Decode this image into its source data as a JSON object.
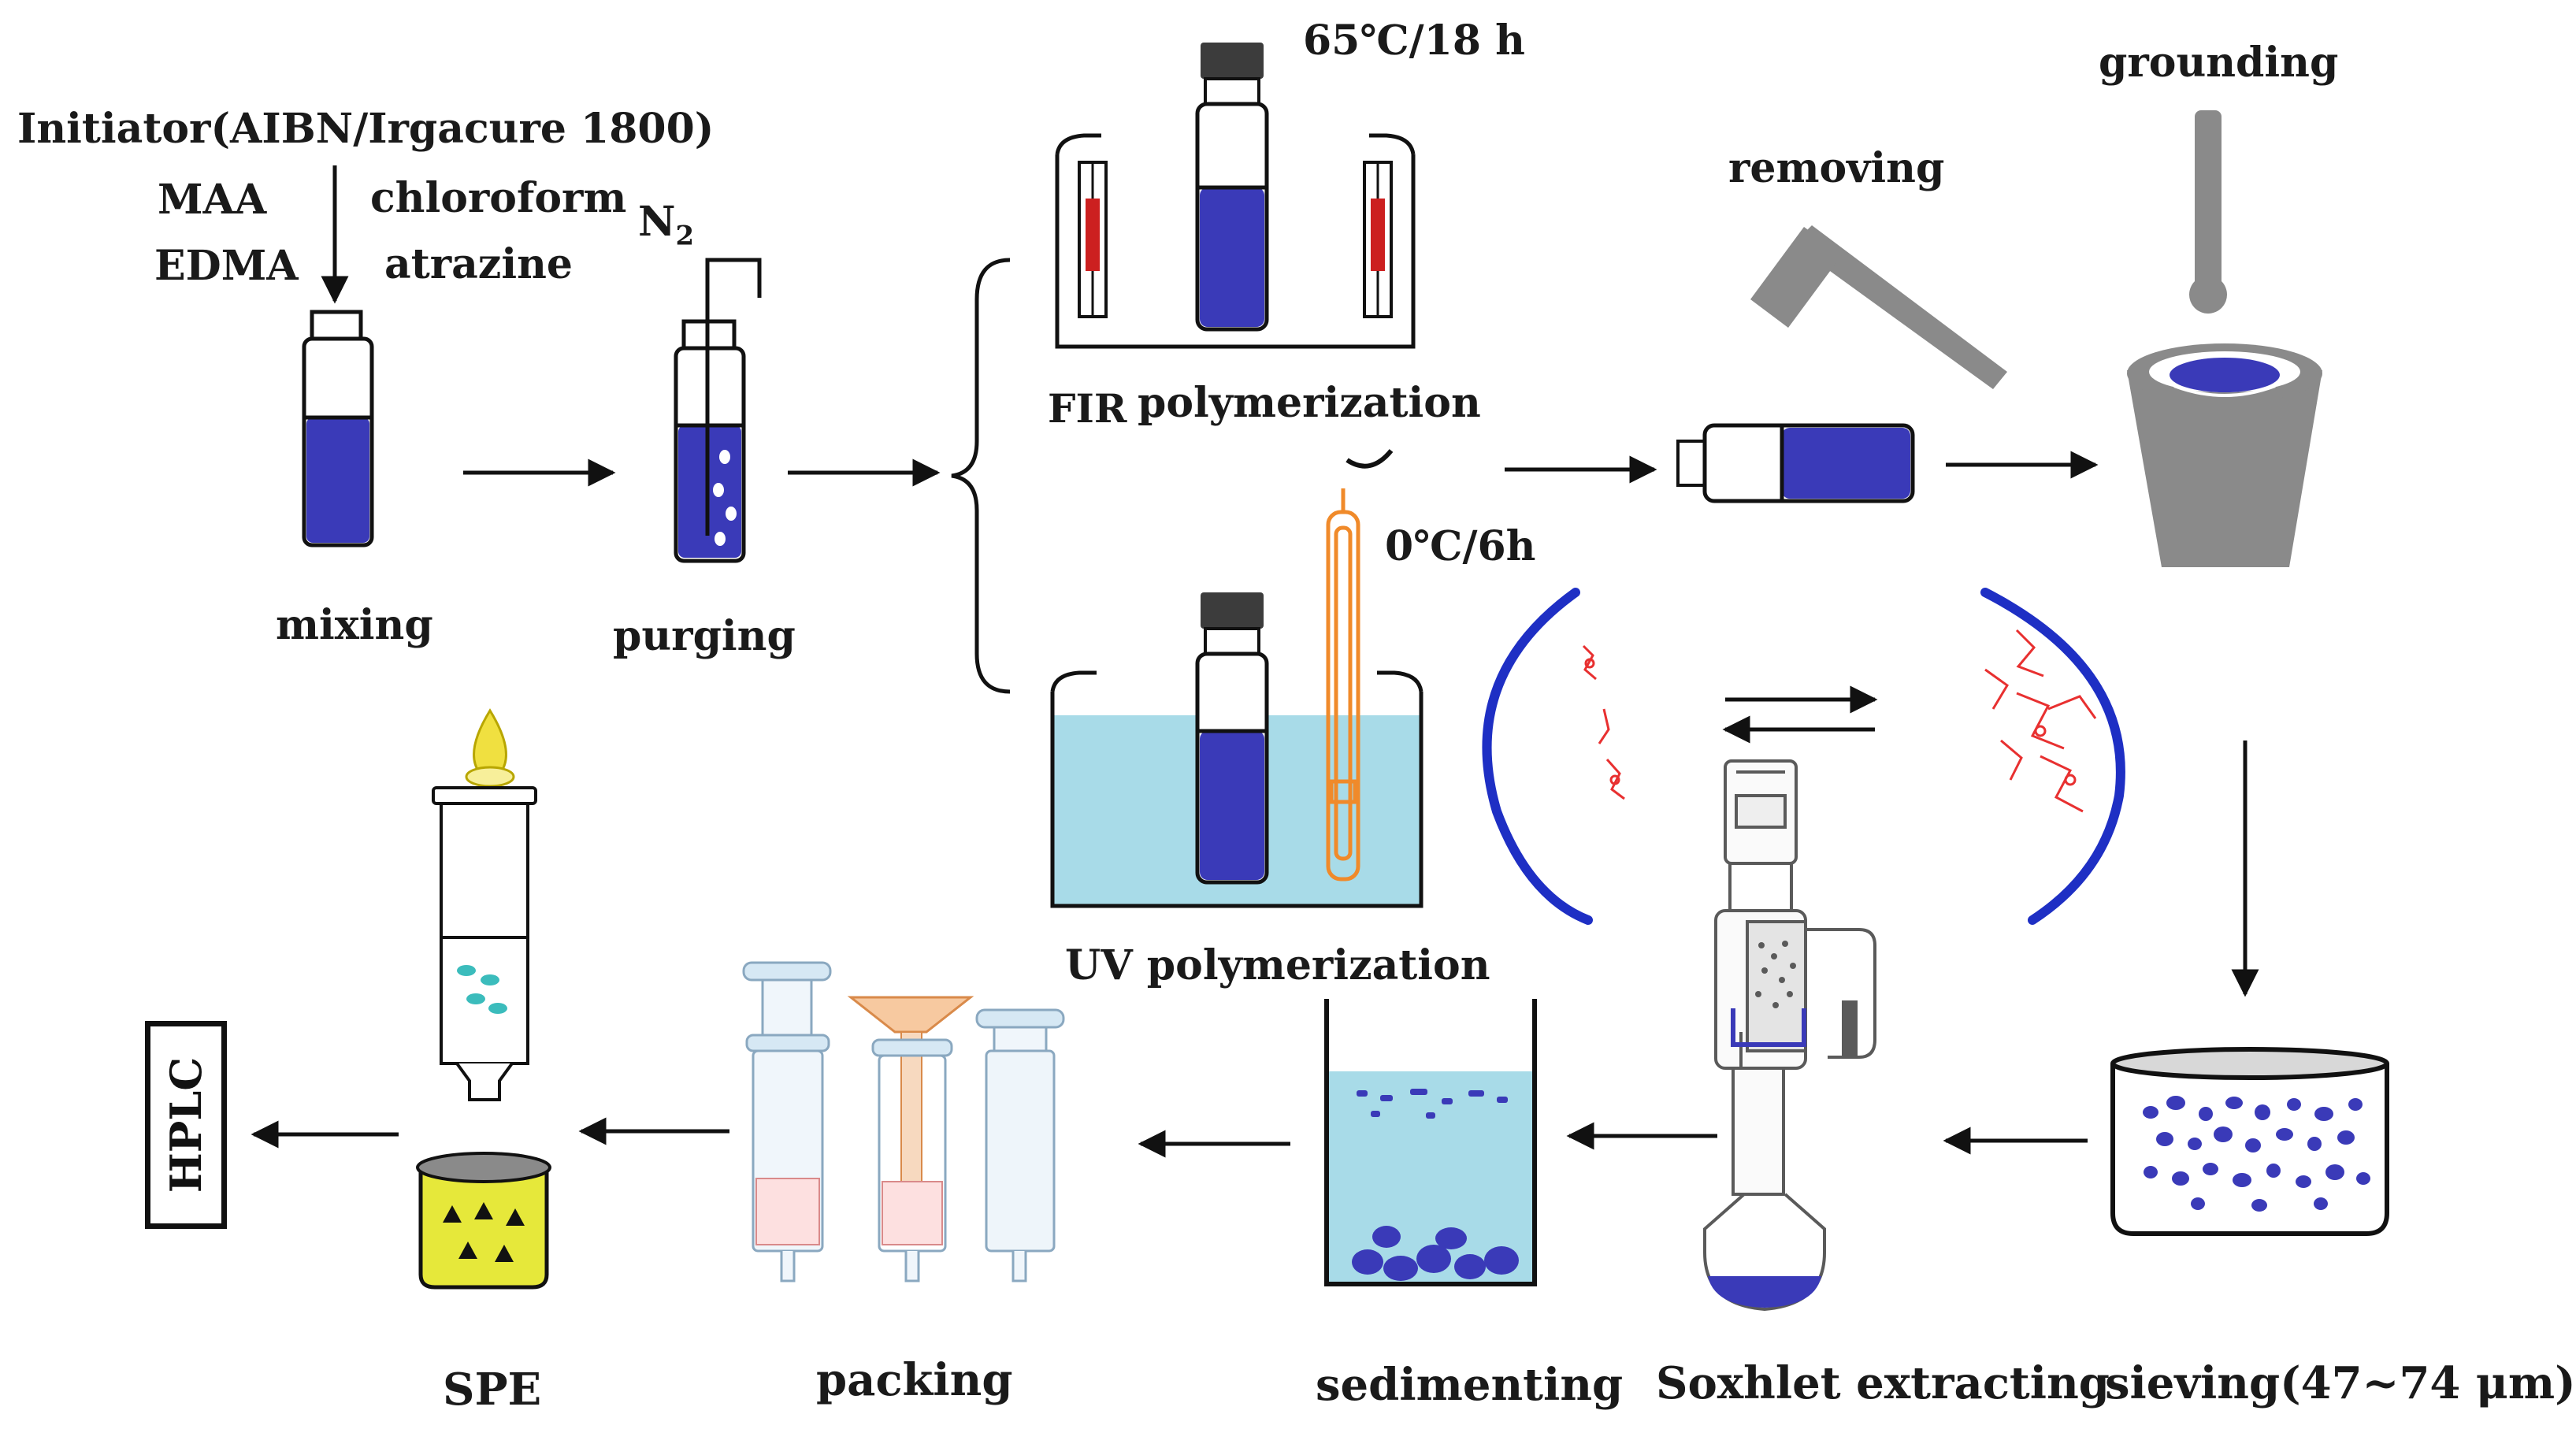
{
  "labels": {
    "initiator": "Initiator(AIBN/Irgacure 1800)",
    "maa": "MAA",
    "edma": "EDMA",
    "chloroform": "chloroform",
    "atrazine": "atrazine",
    "n2": "N",
    "n2_sub": "2",
    "mixing": "mixing",
    "purging": "purging",
    "fir_temp": "65℃/18 h",
    "fir_prefix": "FIR",
    "fir_polymerization": "polymerization",
    "uv_temp": "0℃/6h",
    "uv_polymerization": "UV polymerization",
    "removing": "removing",
    "grounding": "grounding",
    "soxhlet": "Soxhlet extracting",
    "sieving": "sieving(47~74 μm)",
    "sedimenting": "sedimenting",
    "packing": "packing",
    "spe": "SPE",
    "hplc": "HPLC"
  },
  "colors": {
    "solution_blue": "#3a3ab8",
    "water_light": "#a8dbe8",
    "polymer_red": "#e83030",
    "lamp_red": "#cc2020",
    "orange_probe": "#f08a2a",
    "spe_yellow": "#e6e83a",
    "flame_yellow": "#f0e040",
    "gray_tool": "#8a8a8a"
  }
}
